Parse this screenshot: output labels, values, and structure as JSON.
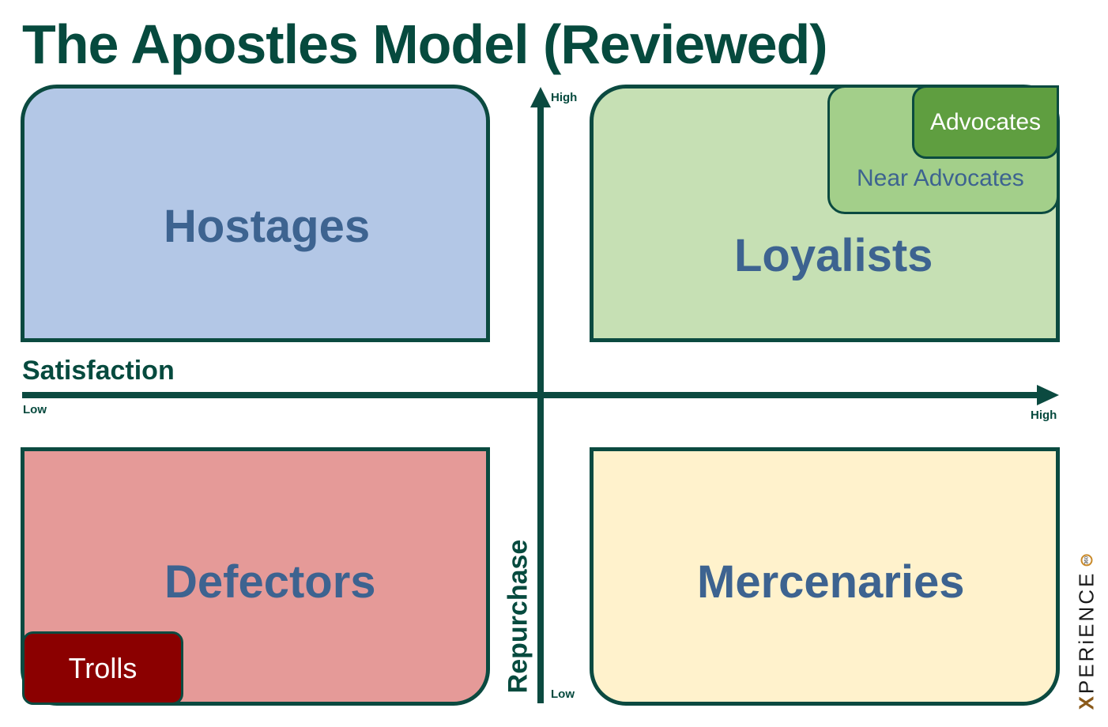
{
  "title": "The Apostles Model (Reviewed)",
  "axes": {
    "x": {
      "label": "Satisfaction",
      "low": "Low",
      "high": "High"
    },
    "y": {
      "label": "Repurchase",
      "low": "Low",
      "high": "High"
    }
  },
  "quadrants": {
    "top_left": {
      "label": "Hostages",
      "color": "#b3c7e6"
    },
    "top_right": {
      "label": "Loyalists",
      "color": "#c6e0b4"
    },
    "bottom_left": {
      "label": "Defectors",
      "color": "#e59a98"
    },
    "bottom_right": {
      "label": "Mercenaries",
      "color": "#fff2cc"
    }
  },
  "segments": {
    "near_advocates": "Near Advocates",
    "advocates": "Advocates",
    "trolls": "Trolls"
  },
  "brand": {
    "initial": "X",
    "rest": "PERiENCE",
    "badge": "360"
  },
  "colors": {
    "axis": "#0b4a40",
    "title": "#064a3e",
    "label": "#3d6390"
  }
}
